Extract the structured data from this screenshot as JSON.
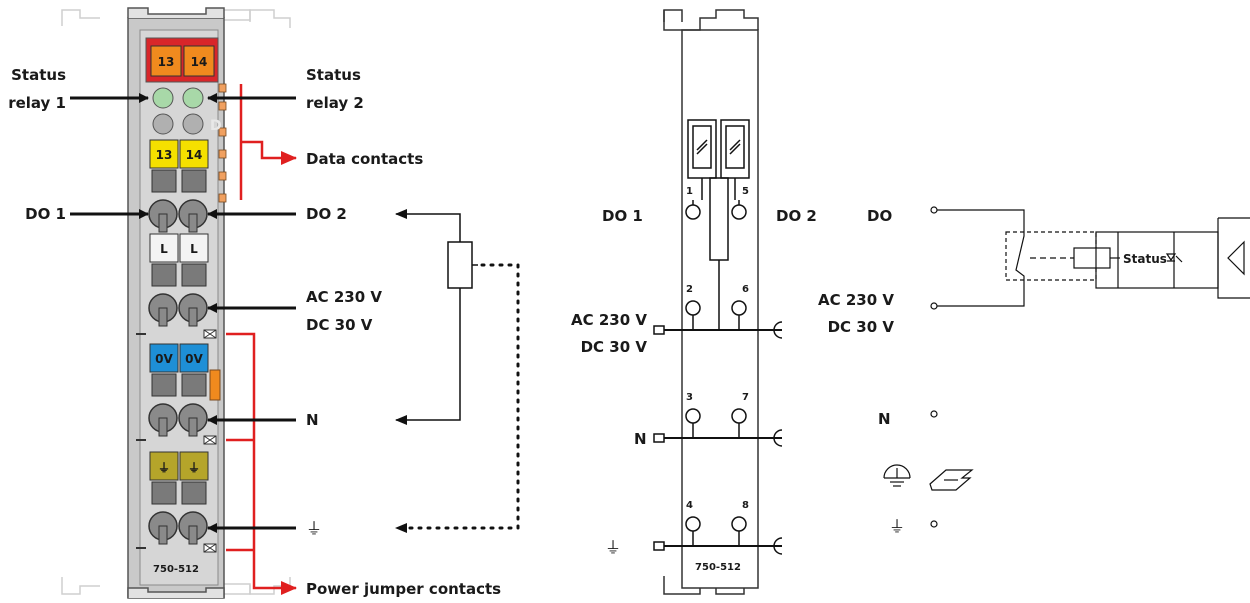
{
  "module": {
    "model": "750-512",
    "top_terminals": [
      "13",
      "14"
    ],
    "terminal_rows": [
      [
        "13",
        "14"
      ],
      [
        "L",
        "L"
      ],
      [
        "0V",
        "0V"
      ],
      [
        "⏚",
        "⏚"
      ]
    ],
    "led_letter": "D"
  },
  "labels": {
    "status_relay_1": [
      "Status",
      "relay 1"
    ],
    "status_relay_2": [
      "Status",
      "relay 2"
    ],
    "data_contacts": "Data contacts",
    "do1": "DO 1",
    "do2": "DO 2",
    "supply": [
      "AC 230 V",
      "DC 30 V"
    ],
    "neutral": "N",
    "ground": "⏚",
    "power_jumper": "Power jumper contacts"
  },
  "schematic": {
    "model": "750-512",
    "do1": "DO 1",
    "do2": "DO 2",
    "supply": [
      "AC 230 V",
      "DC 30 V"
    ],
    "neutral": "N",
    "ground": "⏚",
    "terminal_numbers": [
      "1",
      "2",
      "3",
      "4",
      "5",
      "6",
      "7",
      "8"
    ]
  },
  "circuit": {
    "do": "DO",
    "supply": [
      "AC 230 V",
      "DC 30 V"
    ],
    "neutral": "N",
    "ground": "⏚",
    "status": "Status"
  },
  "colors": {
    "red_contact": "#e02020",
    "orange_terminal": "#f08a1e",
    "yellow_terminal": "#f5e000",
    "blue_terminal": "#1e8fd6",
    "olive_terminal": "#b5a52a",
    "led_green": "#a8d8a8",
    "module_gray": "#d2d2d2"
  }
}
